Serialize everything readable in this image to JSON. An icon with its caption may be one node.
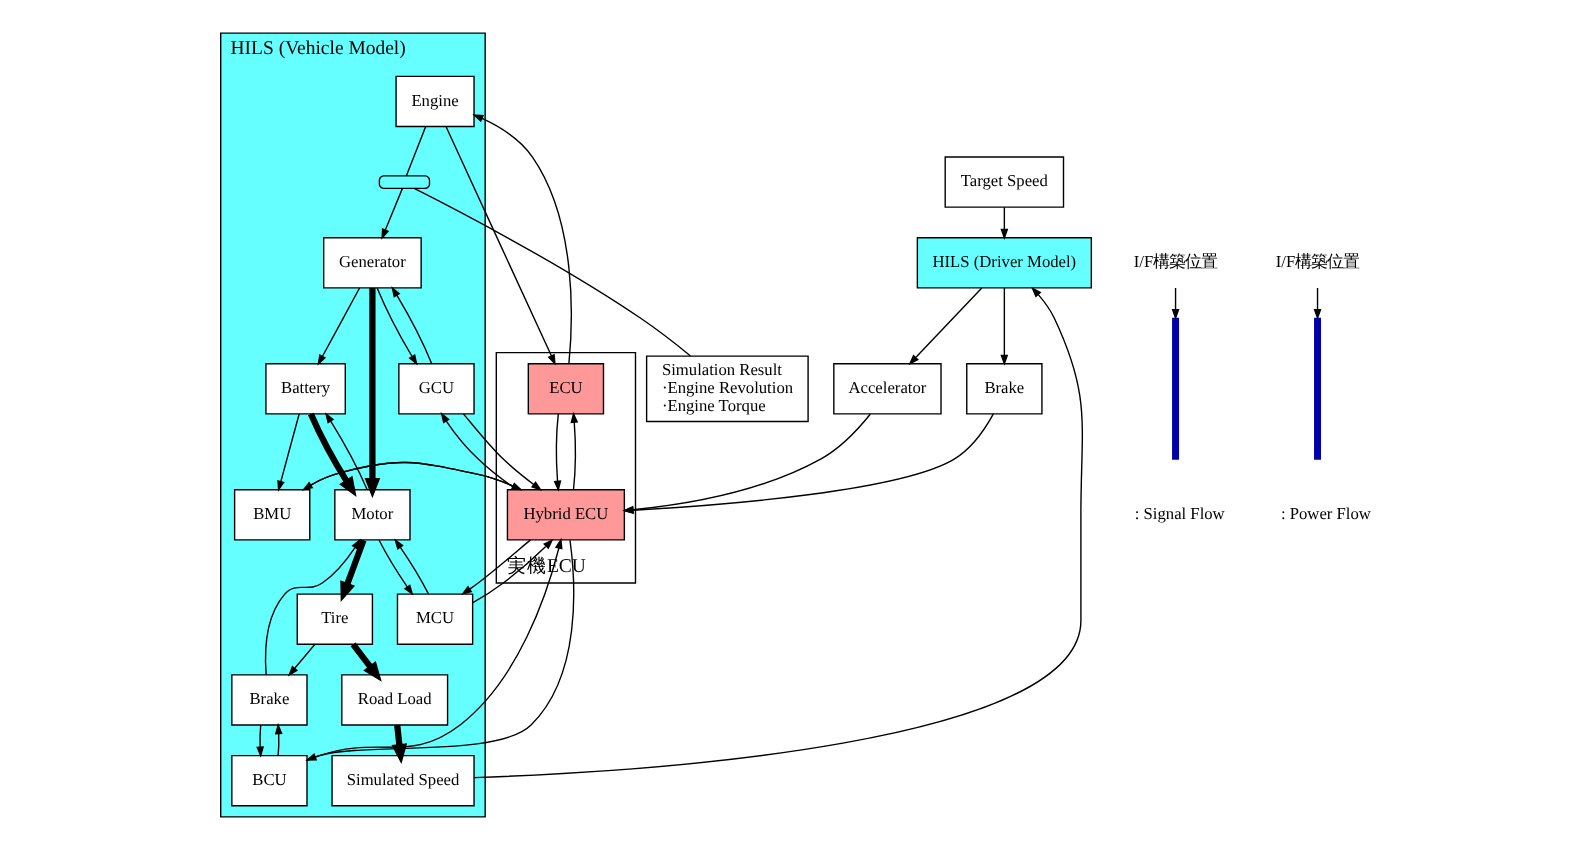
{
  "diagram": {
    "nodes": [
      {
        "text": [
          "HILS (Vehicle Model)"
        ]
      },
      {
        "text": [
          "Engine"
        ],
        "in": 0
      },
      {
        "text": [],
        "shape": "box",
        "in": 0
      },
      {
        "text": [
          "Generator"
        ],
        "in": 0
      },
      {
        "text": [
          "Battery"
        ],
        "in": 0
      },
      {
        "text": [
          "Motor"
        ],
        "in": 0
      },
      {
        "text": [
          "Brake"
        ],
        "in": 0
      },
      {
        "text": [
          "Tire"
        ],
        "in": 0
      },
      {
        "text": [
          "Road Load"
        ],
        "in": 0
      },
      {
        "text": [
          "Simulated Speed"
        ],
        "in": 0
      },
      {
        "text": [
          "GCU"
        ],
        "in": 0
      },
      {
        "text": [
          "BMU"
        ],
        "in": 0
      },
      {
        "text": [
          "MCU"
        ],
        "in": 0
      },
      {
        "text": [
          "BCU"
        ],
        "in": 0
      },
      {
        "text": [
          "実機ECU"
        ]
      },
      {
        "text": [
          "ECU"
        ],
        "in": 14
      },
      {
        "text": [
          "Hybrid ECU"
        ],
        "in": 14
      },
      {
        "text": [
          "Simulation Result",
          "·Engine Revolution",
          "·Engine Torque"
        ]
      },
      {
        "text": [
          "I/F構築位置"
        ]
      },
      {
        "text": [],
        "shape": "bar"
      },
      {
        "text": [
          "I/F構築位置"
        ]
      },
      {
        "text": [],
        "shape": "bar"
      },
      {
        "text": [
          "Accelerator"
        ]
      },
      {
        "text": [
          "Brake"
        ]
      },
      {
        "text": [
          "Target Speed"
        ]
      },
      {
        "text": [
          "HILS (Driver Model)"
        ]
      }
    ],
    "edges": [
      {
        "from": 1,
        "to": 2,
        "arrow": "none"
      },
      {
        "from": 2,
        "to": 3,
        "arrow": "to"
      },
      {
        "from": 17,
        "to": 2,
        "arrow": "none"
      },
      {
        "from": 15,
        "to": 1,
        "arrow": "to"
      },
      {
        "from": 1,
        "to": 15,
        "arrow": "to"
      },
      {
        "from": 10,
        "to": 3,
        "arrow": "to"
      },
      {
        "from": 3,
        "to": 10,
        "arrow": "to"
      },
      {
        "from": 4,
        "to": 11,
        "arrow": "to"
      },
      {
        "from": 12,
        "to": 5,
        "arrow": "to"
      },
      {
        "from": 5,
        "to": 12,
        "arrow": "to"
      },
      {
        "from": 13,
        "to": 6,
        "arrow": "to"
      },
      {
        "from": 6,
        "to": 13,
        "arrow": "to"
      },
      {
        "from": 16,
        "to": 15,
        "arrow": "to"
      },
      {
        "from": 15,
        "to": 16,
        "arrow": "to"
      },
      {
        "from": 16,
        "to": 10,
        "arrow": "to"
      },
      {
        "from": 10,
        "to": 16,
        "arrow": "to"
      },
      {
        "from": 16,
        "to": 11,
        "arrow": "to"
      },
      {
        "from": 11,
        "to": 16,
        "arrow": "to"
      },
      {
        "from": 16,
        "to": 12,
        "arrow": "to"
      },
      {
        "from": 12,
        "to": 16,
        "arrow": "to"
      },
      {
        "from": 16,
        "to": 13,
        "arrow": "to"
      },
      {
        "from": 13,
        "to": 16,
        "arrow": "to"
      },
      {
        "from": 3,
        "to": 4,
        "arrow": "to"
      },
      {
        "from": 3,
        "to": 5,
        "arrow": "to",
        "style": "thick"
      },
      {
        "from": 4,
        "to": 5,
        "arrow": "to",
        "style": "thick"
      },
      {
        "from": 5,
        "to": 4,
        "arrow": "to"
      },
      {
        "from": 5,
        "to": 7,
        "arrow": "to",
        "style": "thick"
      },
      {
        "from": 6,
        "to": 5,
        "arrow": "to"
      },
      {
        "from": 7,
        "to": 6,
        "arrow": "to"
      },
      {
        "from": 7,
        "to": 8,
        "arrow": "to",
        "style": "thick"
      },
      {
        "from": 8,
        "to": 9,
        "arrow": "to",
        "style": "thick"
      },
      {
        "from": 9,
        "to": 25,
        "arrow": "to"
      },
      {
        "from": 24,
        "to": 25,
        "arrow": "to"
      },
      {
        "from": 25,
        "to": 22,
        "arrow": "to"
      },
      {
        "from": 25,
        "to": 23,
        "arrow": "to"
      },
      {
        "from": 22,
        "to": 16,
        "arrow": "to"
      },
      {
        "from": 23,
        "to": 16,
        "arrow": "to"
      },
      {
        "from": 18,
        "to": 19,
        "arrow": "to"
      },
      {
        "from": 20,
        "to": 21,
        "arrow": "to"
      }
    ],
    "legend": [
      {
        "text": ": Signal Flow"
      },
      {
        "text": ": Power Flow"
      }
    ]
  }
}
